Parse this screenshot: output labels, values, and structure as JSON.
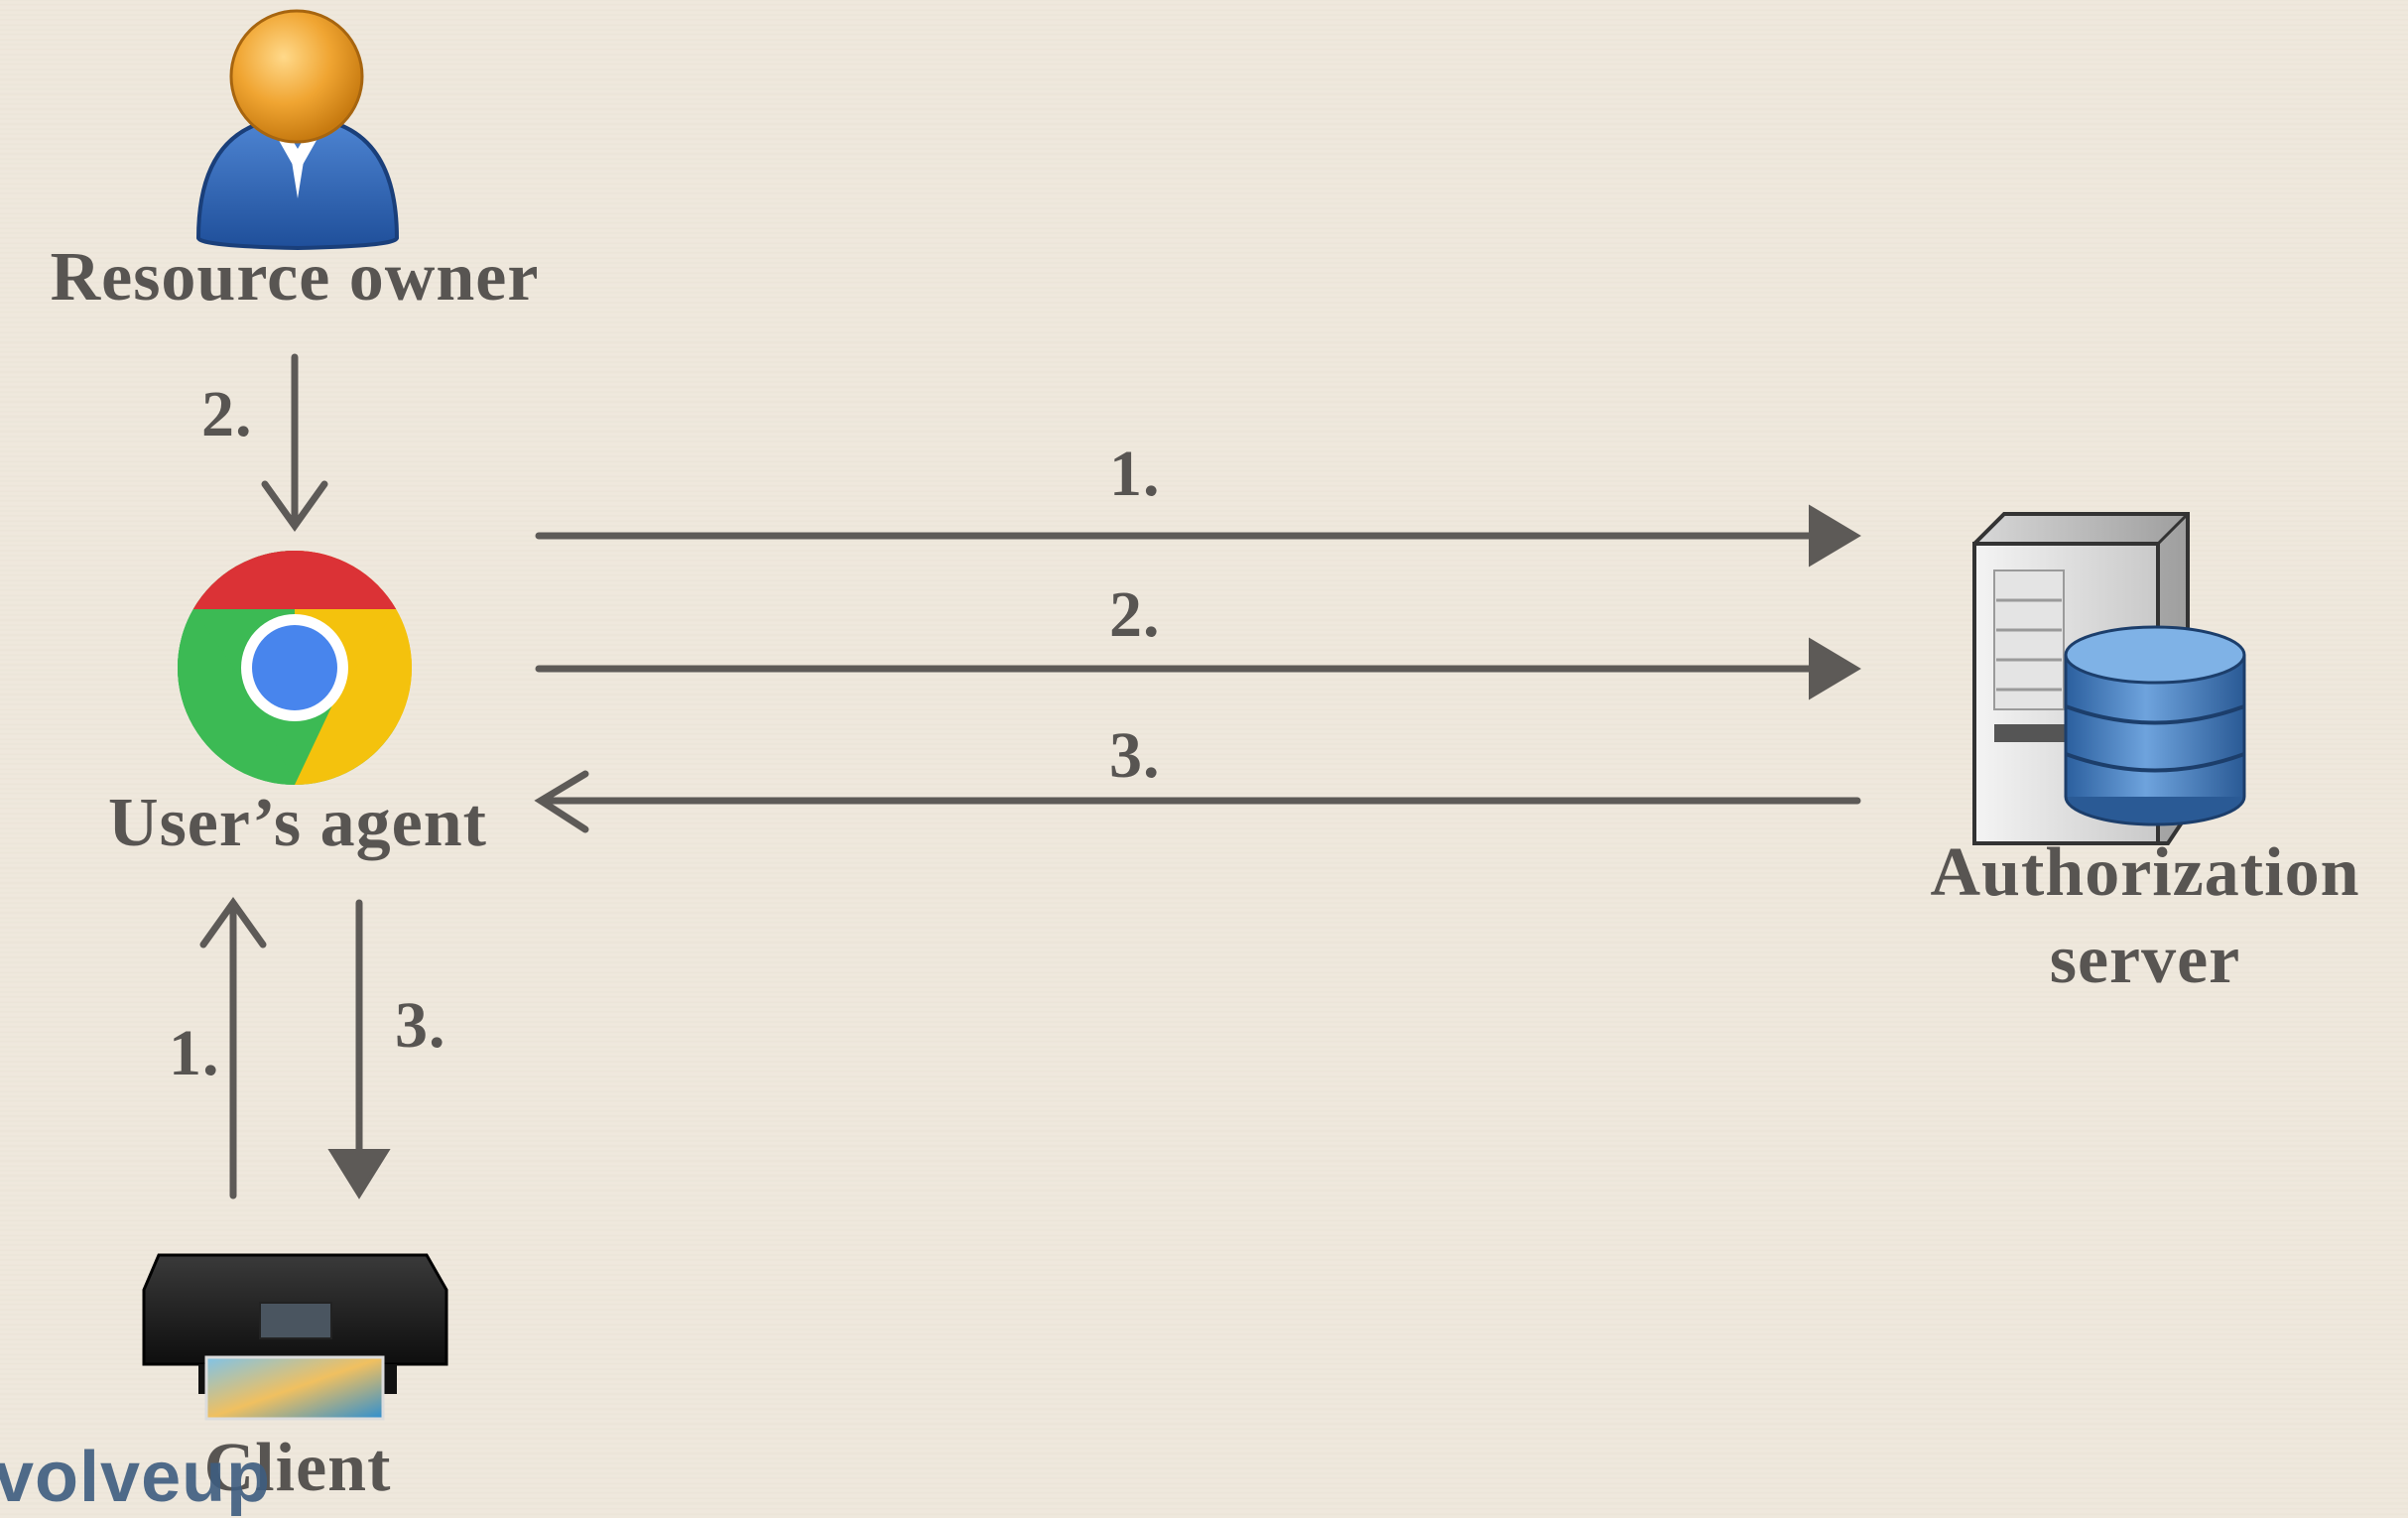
{
  "nodes": {
    "resource_owner": "Resource owner",
    "user_agent": "User’s agent",
    "auth_server_line1": "Authorization",
    "auth_server_line2": "server",
    "client": "Client"
  },
  "steps": {
    "owner_to_agent": "2.",
    "agent_to_server_1": "1.",
    "agent_to_server_2": "2.",
    "server_to_agent_3": "3.",
    "client_to_agent": "1.",
    "agent_to_client": "3."
  },
  "watermark": "volveup",
  "colors": {
    "background": "#efe8dc",
    "ink": "#585552",
    "arrow": "#5d5a57"
  },
  "icons": {
    "resource_owner": "person-icon",
    "user_agent": "chrome-browser-icon",
    "auth_server": "server-database-icon",
    "client": "printer-icon"
  }
}
